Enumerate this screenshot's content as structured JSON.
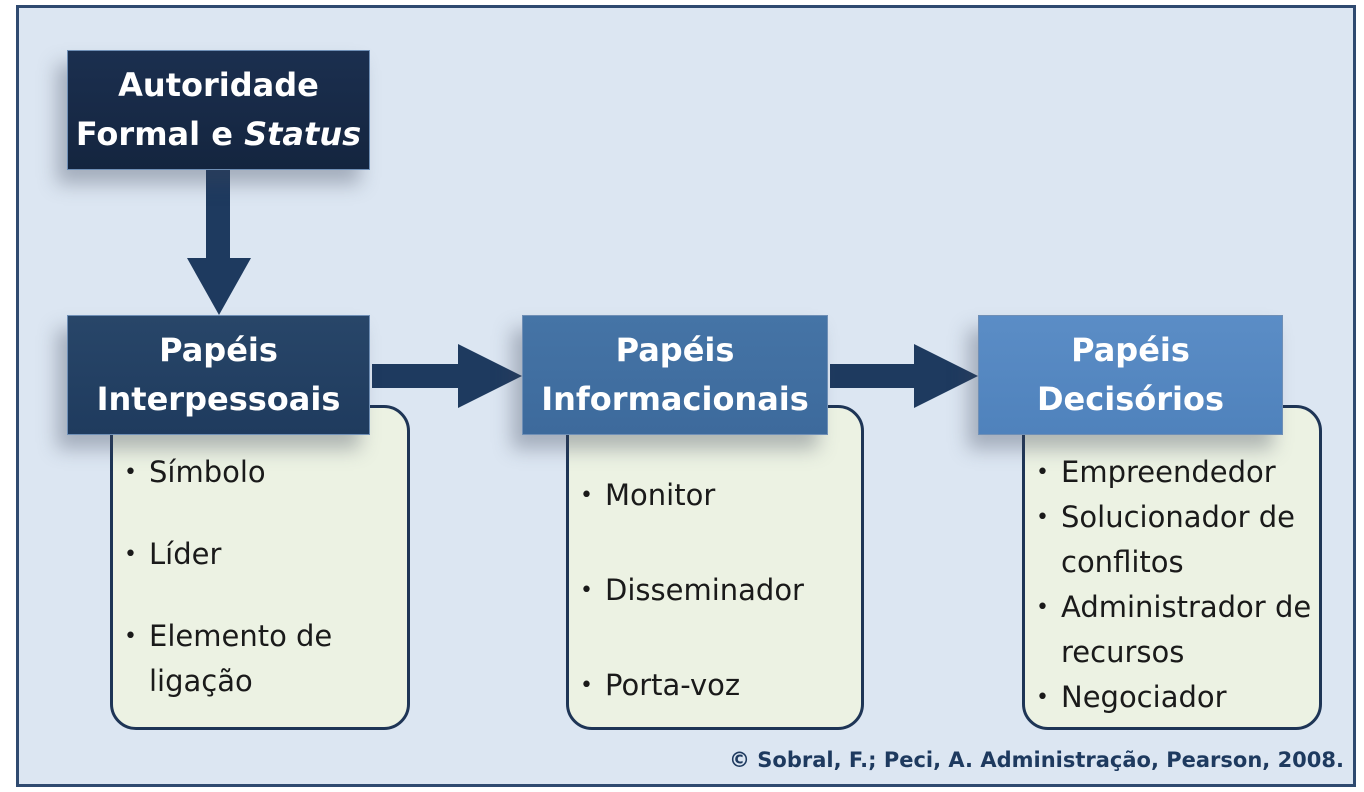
{
  "authority": {
    "line1": "Autoridade",
    "line2_prefix": "Formal e ",
    "line2_italic": "Status"
  },
  "interpersonal": {
    "title_line1": "Papéis",
    "title_line2": "Interpessoais",
    "items": [
      "Símbolo",
      "Líder",
      "Elemento de ligação"
    ]
  },
  "informational": {
    "title_line1": "Papéis",
    "title_line2": "Informacionais",
    "items": [
      "Monitor",
      "Disseminador",
      "Porta-voz"
    ]
  },
  "decisional": {
    "title_line1": "Papéis",
    "title_line2": "Decisórios",
    "items": [
      "Empreendedor",
      "Solucionador de conflitos",
      "Administrador de recursos",
      "Negociador"
    ]
  },
  "credit": "© Sobral, F.; Peci, A. Administração, Pearson, 2008.",
  "colors": {
    "background": "#dce6f2",
    "frame_border": "#2f4a70",
    "box_authority": "#1b2f4f",
    "box_interpersonal": "#284669",
    "box_informational": "#4574a6",
    "box_decisional": "#5b8dc6",
    "card_fill": "#ecf2e3",
    "arrow": "#1e3a5f"
  }
}
